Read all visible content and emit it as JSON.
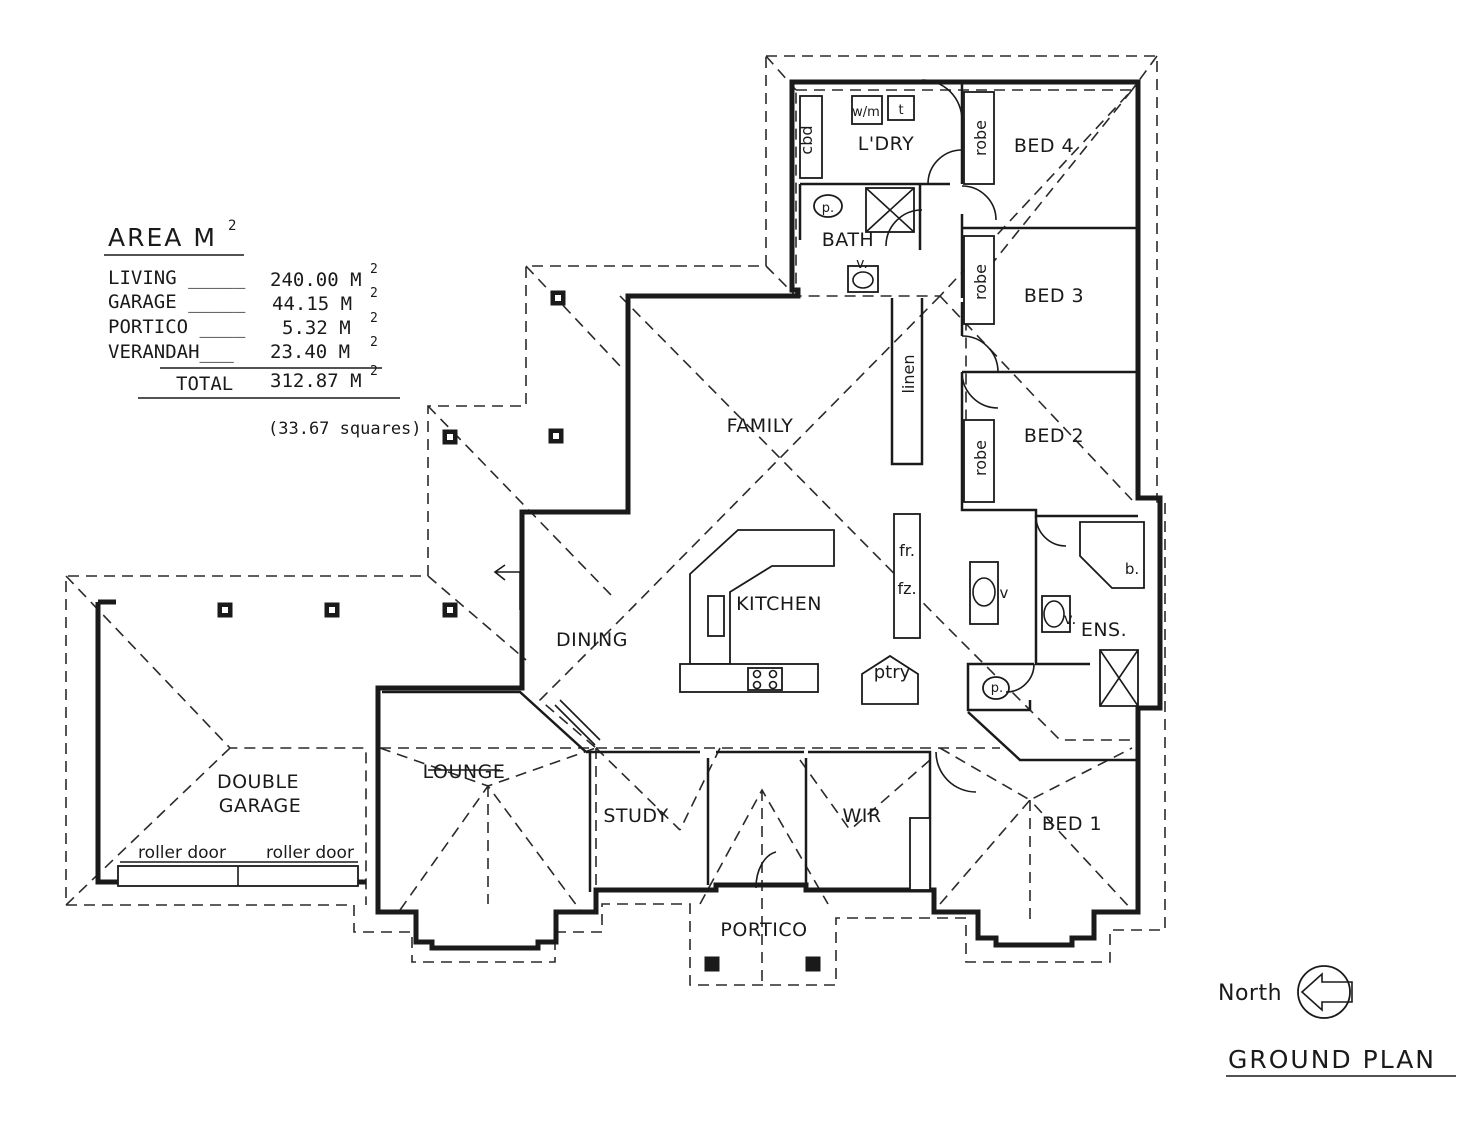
{
  "area_table": {
    "heading": "AREA M",
    "heading_sup": "2",
    "rows": [
      {
        "label": "LIVING _____",
        "value": "240.00 M",
        "sup": "2"
      },
      {
        "label": "GARAGE _____",
        "value": "44.15 M",
        "sup": "2"
      },
      {
        "label": "PORTICO ____",
        "value": "5.32 M",
        "sup": "2"
      },
      {
        "label": "VERANDAH___",
        "value": "23.40 M",
        "sup": "2"
      }
    ],
    "total_label": "TOTAL",
    "total_value": "312.87 M",
    "total_sup": "2",
    "squares": "(33.67 squares)"
  },
  "rooms": {
    "laundry": "L'DRY",
    "cbd": "cbd",
    "wm": "w/m",
    "trough": "t",
    "bath": "BATH",
    "bath_pan": "p.",
    "bath_vanity": "v.",
    "bed4": "BED 4",
    "bed3": "BED 3",
    "bed2": "BED 2",
    "bed1": "BED 1",
    "robe4": "robe",
    "robe3": "robe",
    "robe2": "robe",
    "linen": "linen",
    "family": "FAMILY",
    "kitchen": "KITCHEN",
    "fridge": "fr.",
    "freezer": "fz.",
    "pantry": "ptry",
    "dining": "DINING",
    "lounge": "LOUNGE",
    "study": "STUDY",
    "wir": "WIR",
    "portico": "PORTICO",
    "ensuite": "ENS.",
    "ens_vanity": "v.",
    "ens_bath": "b.",
    "ens_pan": "p.",
    "hall_vanity": "v",
    "garage_line1": "DOUBLE",
    "garage_line2": "GARAGE",
    "roller_door_1": "roller door",
    "roller_door_2": "roller door"
  },
  "north_label": "North",
  "plan_title": "GROUND PLAN"
}
